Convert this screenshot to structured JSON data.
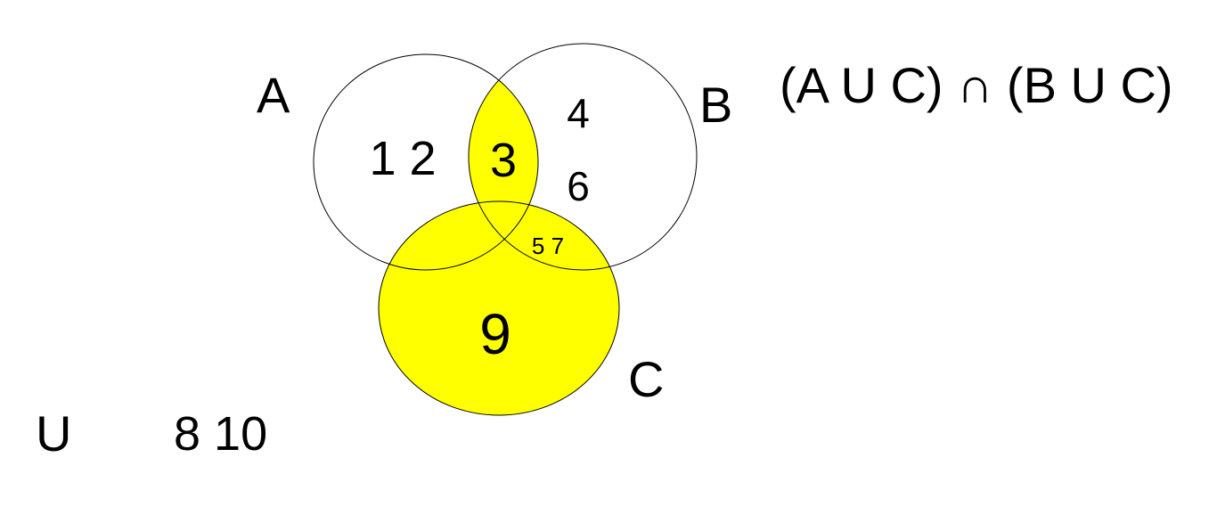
{
  "sets": {
    "a": {
      "label": "A",
      "elements": "1 2"
    },
    "b": {
      "label": "B",
      "elements_top": "4",
      "elements_bottom": "6"
    },
    "c": {
      "label": "C",
      "elements": "9"
    },
    "ab": {
      "elements": "3"
    },
    "bc": {
      "elements": "5 7"
    },
    "universe": {
      "label": "U",
      "elements": "8 10"
    }
  },
  "expression": "(A U C) ∩ (B U C)",
  "colors": {
    "highlight": "#ffff00",
    "outline": "#000000",
    "background": "#ffffff"
  }
}
